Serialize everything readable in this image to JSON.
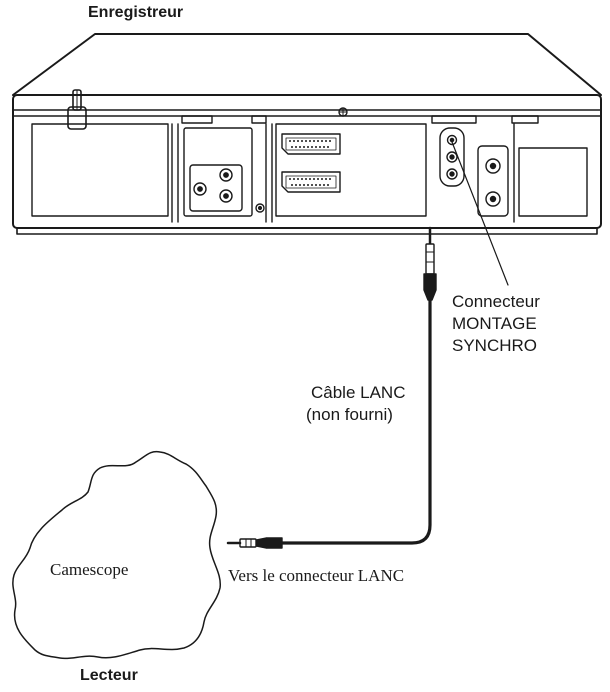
{
  "labels": {
    "recorder": "Enregistreur",
    "player": "Lecteur",
    "connector_line1": "Connecteur",
    "connector_line2": "MONTAGE",
    "connector_line3": "SYNCHRO",
    "cable_line1": "Câble LANC",
    "cable_line2": "(non fourni)",
    "camcorder": "Camescope",
    "to_lanc": "Vers le connecteur LANC"
  },
  "icons": {
    "vcr": "vcr-rear-panel-icon",
    "camcorder": "camcorder-outline-icon",
    "plug": "mini-jack-plug-icon"
  },
  "colors": {
    "line": "#1a1a1a",
    "fill": "#ffffff"
  }
}
